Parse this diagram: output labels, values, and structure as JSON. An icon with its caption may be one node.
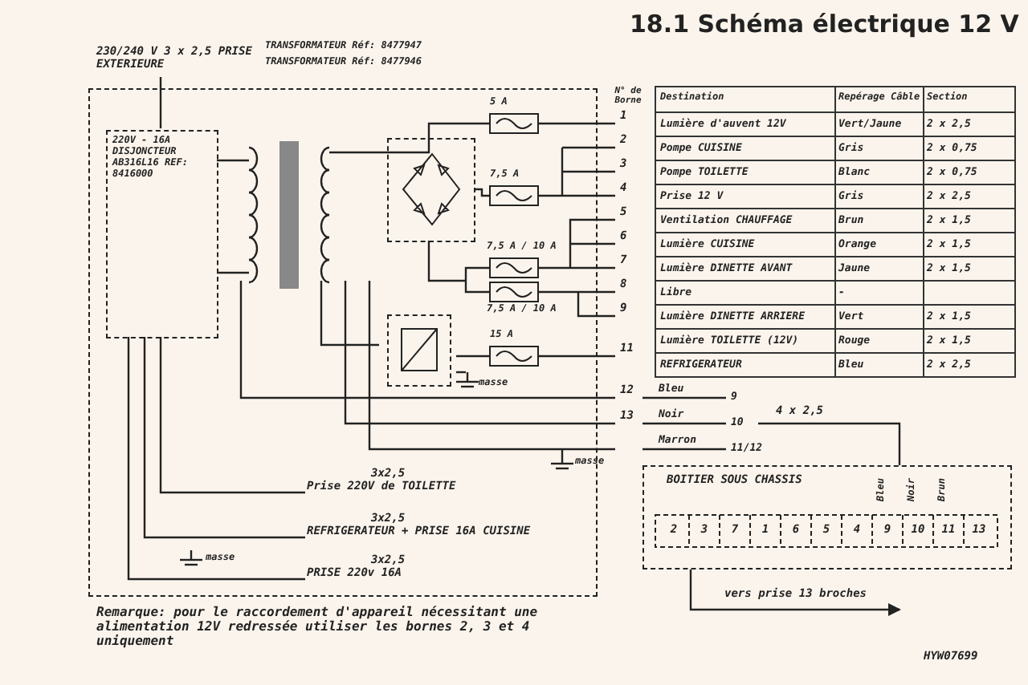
{
  "diagram": {
    "title": "18.1 Schéma électrique 12 V",
    "nodes": [
      {
        "text": [
          "230/240 V 3 x 2,5 PRISE EXTERIEURE"
        ]
      },
      {
        "text": [],
        "shape": "box"
      },
      {
        "text": [
          "220V - 16A DISJONCTEUR AB316L16 REF: 8416000"
        ],
        "in": 1
      },
      {
        "text": [],
        "shape": "box",
        "in": 1
      },
      {
        "text": [],
        "shape": "box",
        "in": 1
      },
      {
        "text": [
          "3x2,5",
          "Prise 220V de TOILETTE"
        ],
        "in": 1
      },
      {
        "text": [
          "3x2,5",
          "REFRIGERATEUR + PRISE 16A CUISINE"
        ],
        "in": 1
      },
      {
        "text": [
          "3x2,5",
          "PRISE 220v 16A"
        ],
        "in": 1
      },
      {
        "text": [
          "BOITIER SOUS CHASSIS"
        ]
      }
    ],
    "edges": [
      {
        "from": 0,
        "to": 2,
        "arrow": "none"
      },
      {
        "from": 2,
        "to": 5,
        "arrow": "none"
      },
      {
        "from": 2,
        "to": 6,
        "arrow": "none"
      },
      {
        "from": 2,
        "to": 7,
        "arrow": "none"
      },
      {
        "from": null,
        "to": 8,
        "arrow": "none",
        "label": "4 x 2,5"
      },
      {
        "from": 8,
        "to": null,
        "arrow": "to",
        "label": "vers prise 13 broches"
      }
    ],
    "labels": [
      "N° de Borne",
      "Destination",
      "Repérage Câble",
      "Section",
      "Lumière d'auvent 12V",
      "Vert/Jaune",
      "2 x 2,5",
      "Pompe CUISINE",
      "Gris",
      "2 x 0,75",
      "Pompe TOILETTE",
      "Blanc",
      "2 x 0,75",
      "Prise 12 V",
      "Gris",
      "2 x 2,5",
      "Ventilation CHAUFFAGE",
      "Brun",
      "2 x 1,5",
      "Lumière CUISINE",
      "Orange",
      "2 x 1,5",
      "Lumière DINETTE AVANT",
      "Jaune",
      "2 x 1,5",
      "Libre",
      "-",
      "Lumière DINETTE ARRIERE",
      "Vert",
      "2 x 1,5",
      "Lumière TOILETTE (12V)",
      "Rouge",
      "2 x 1,5",
      "REFRIGERATEUR",
      "Bleu",
      "2 x 2,5",
      "1",
      "2",
      "3",
      "4",
      "5",
      "6",
      "7",
      "8",
      "9",
      "11",
      "12",
      "13",
      "Bleu",
      "Noir",
      "Marron",
      "9",
      "10",
      "11/12",
      "5 A",
      "7,5 A",
      "7,5 A / 10 A",
      "7,5 A / 10 A",
      "15 A",
      "TRANSFORMATEUR Réf: 8477947",
      "TRANSFORMATEUR Réf: 8477946",
      "masse",
      "masse",
      "masse",
      "2",
      "3",
      "7",
      "1",
      "6",
      "5",
      "4",
      "9",
      "10",
      "11",
      "13",
      "Bleu",
      "Noir",
      "Brun",
      "Remarque: pour le raccordement d'appareil nécessitant une alimentation 12V redressée utiliser les bornes 2, 3 et 4 uniquement",
      "HYW07699"
    ]
  }
}
